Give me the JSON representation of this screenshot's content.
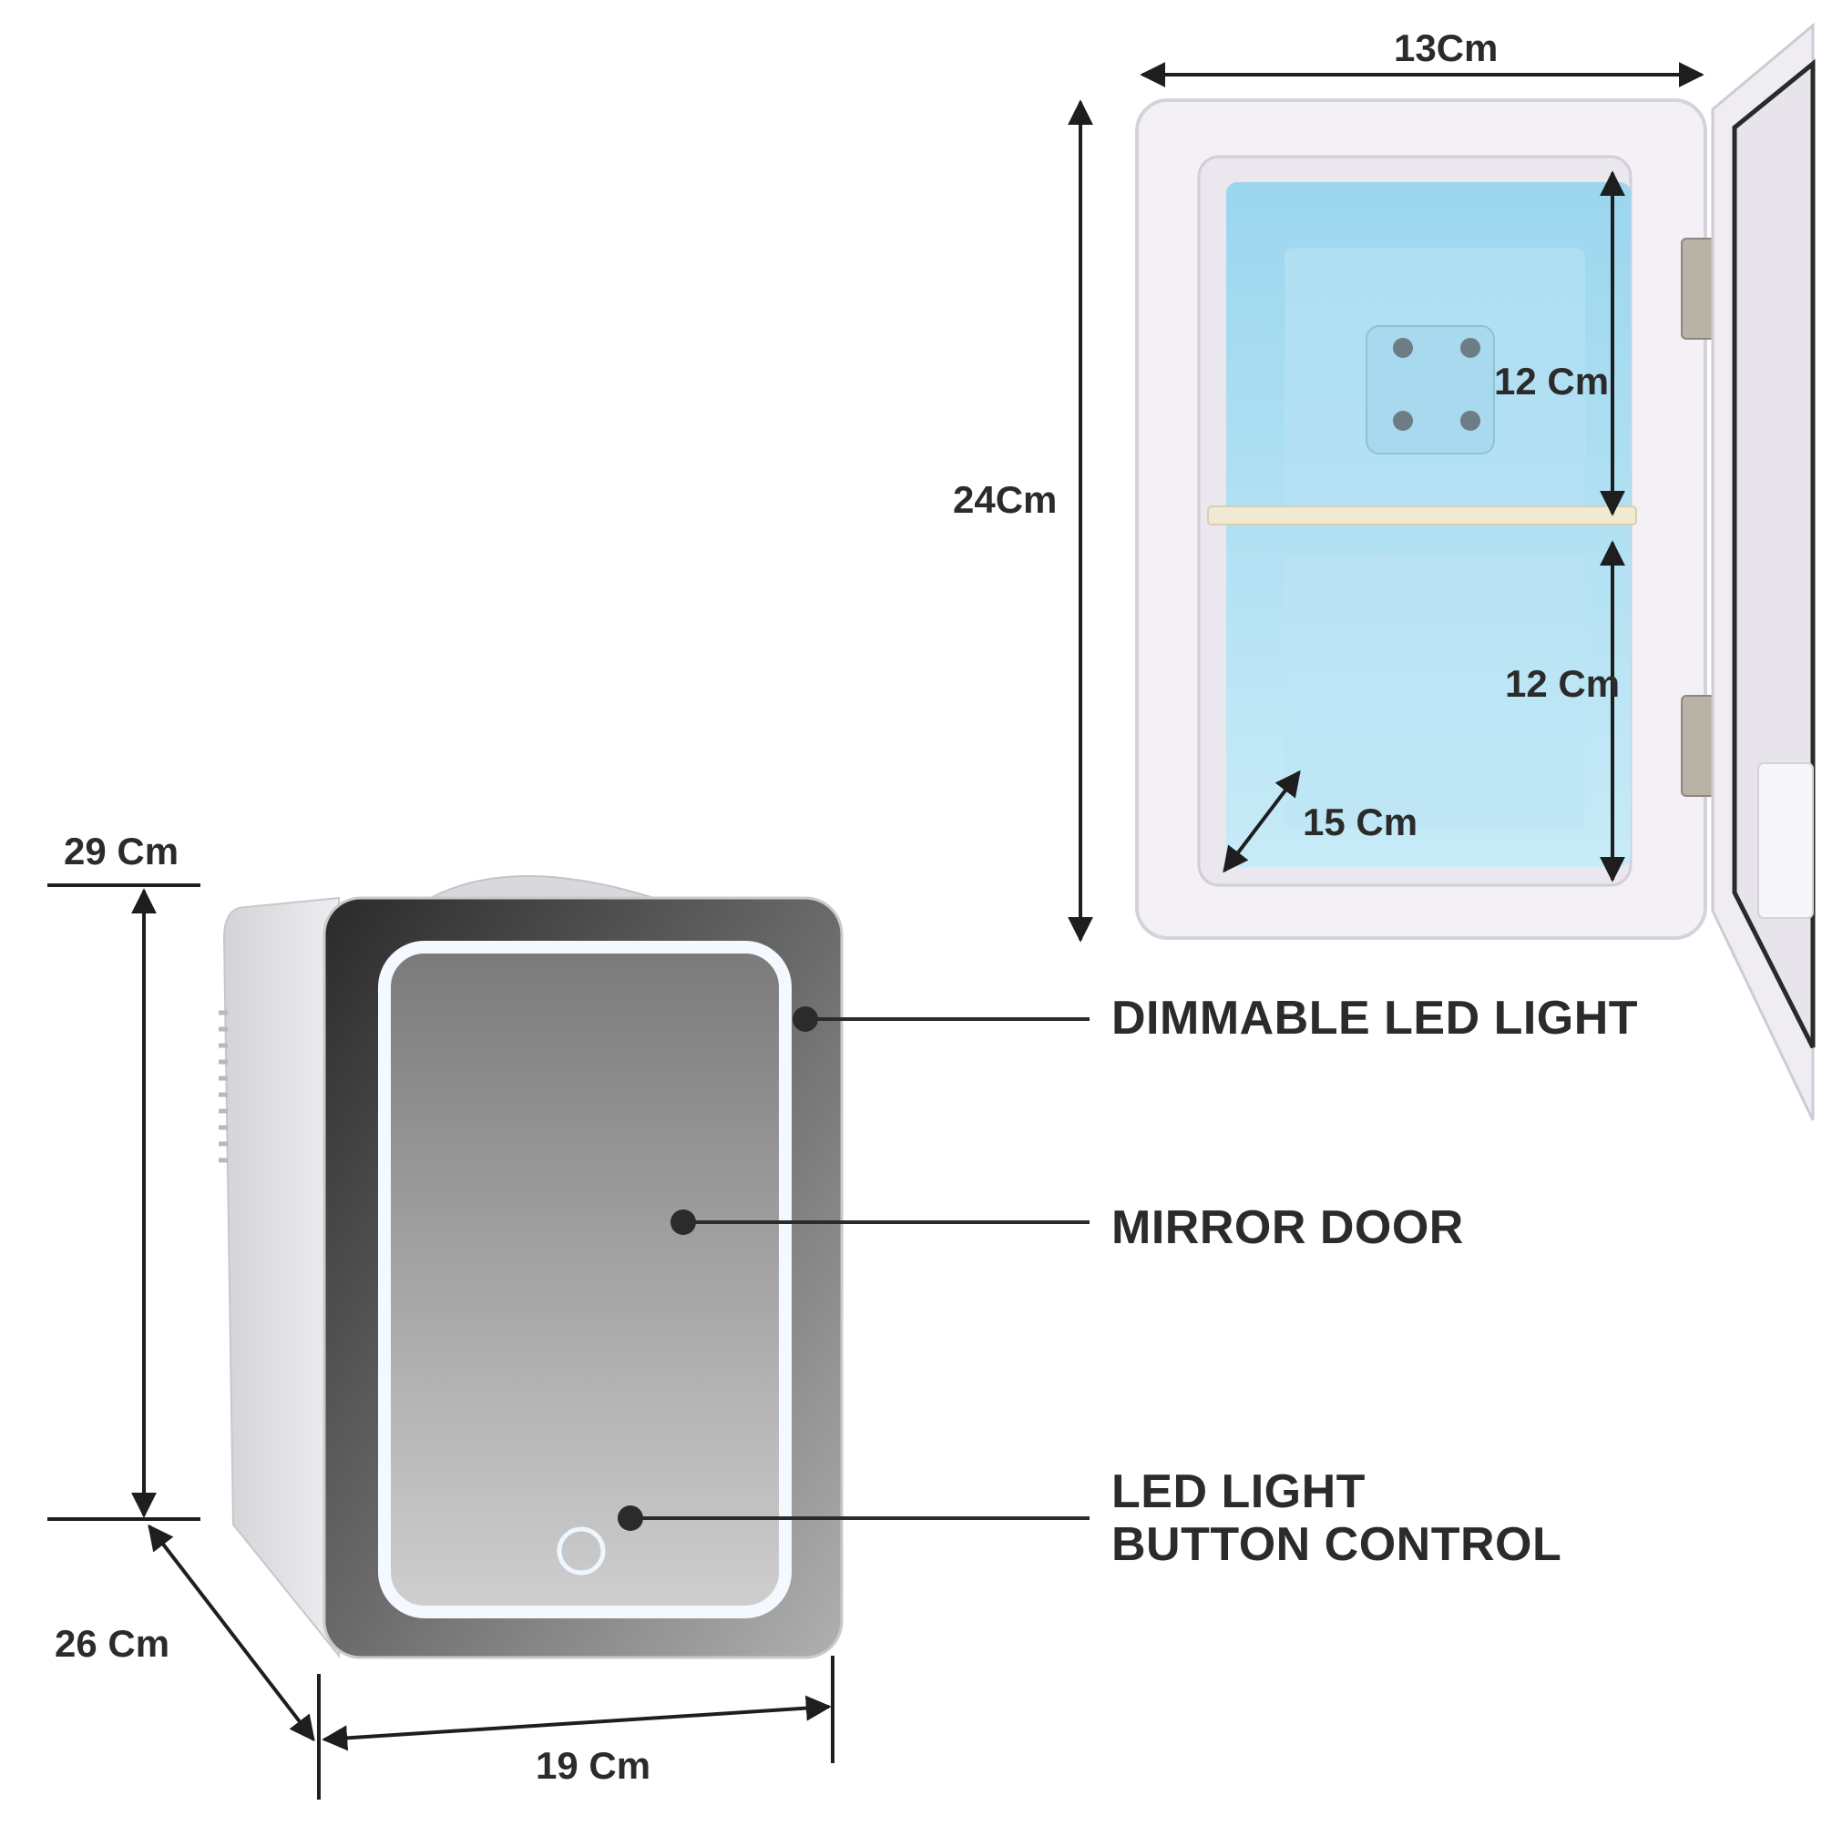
{
  "dimensions": {
    "inner_width": "13Cm",
    "inner_height": "24Cm",
    "upper_shelf_height": "12 Cm",
    "lower_shelf_height": "12 Cm",
    "inner_depth": "15 Cm",
    "outer_height": "29 Cm",
    "outer_depth": "26 Cm",
    "outer_width": "19 Cm"
  },
  "features": {
    "led_light": "DIMMABLE LED LIGHT",
    "mirror_door": "MIRROR DOOR",
    "button_line1": "LED LIGHT",
    "button_line2": "BUTTON CONTROL"
  },
  "colors": {
    "interior": "#a8dcf2",
    "body": "#e6e6ea",
    "mirror": "#9a9a9a",
    "led_ring": "#f4f8ff",
    "ink": "#2b2b2b",
    "shelf": "#f1ead2"
  }
}
